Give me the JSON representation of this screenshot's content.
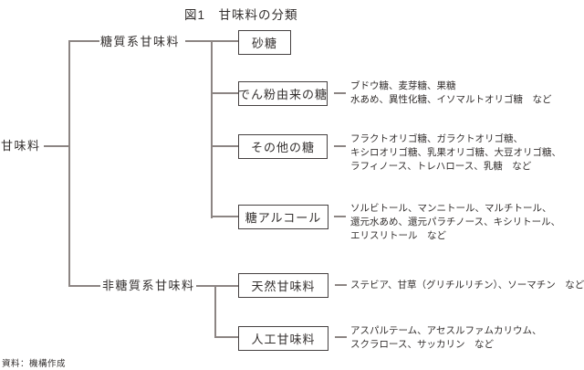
{
  "title": "図1　甘味料の分類",
  "root": {
    "label": "甘味料"
  },
  "groups": [
    {
      "label": "糖質系甘味料",
      "children": [
        {
          "label": "砂糖",
          "examples": []
        },
        {
          "label": "でん粉由来の糖",
          "examples": [
            "ブドウ糖、麦芽糖、果糖",
            "水あめ、異性化糖、イソマルトオリゴ糖　など"
          ]
        },
        {
          "label": "その他の糖",
          "examples": [
            "フラクトオリゴ糖、ガラクトオリゴ糖、",
            "キシロオリゴ糖、乳果オリゴ糖、大豆オリゴ糖、",
            "ラフィノース、トレハロース、乳糖　など"
          ]
        },
        {
          "label": "糖アルコール",
          "examples": [
            "ソルビトール、マンニトール、マルチトール、",
            "還元水あめ、還元パラチノース、キシリトール、",
            "エリスリトール　など"
          ]
        }
      ]
    },
    {
      "label": "非糖質系甘味料",
      "children": [
        {
          "label": "天然甘味料",
          "examples": [
            "ステビア、甘草（グリチルリチン）、ソーマチン　など"
          ]
        },
        {
          "label": "人工甘味料",
          "examples": [
            "アスパルテーム、アセスルファムカリウム、",
            "スクラロース、サッカリン　など"
          ]
        }
      ]
    }
  ],
  "source": "資料：機構作成",
  "colors": {
    "text": "#332f2e",
    "line": "#8c8583",
    "box_border": "#454040",
    "background": "#ffffff"
  }
}
